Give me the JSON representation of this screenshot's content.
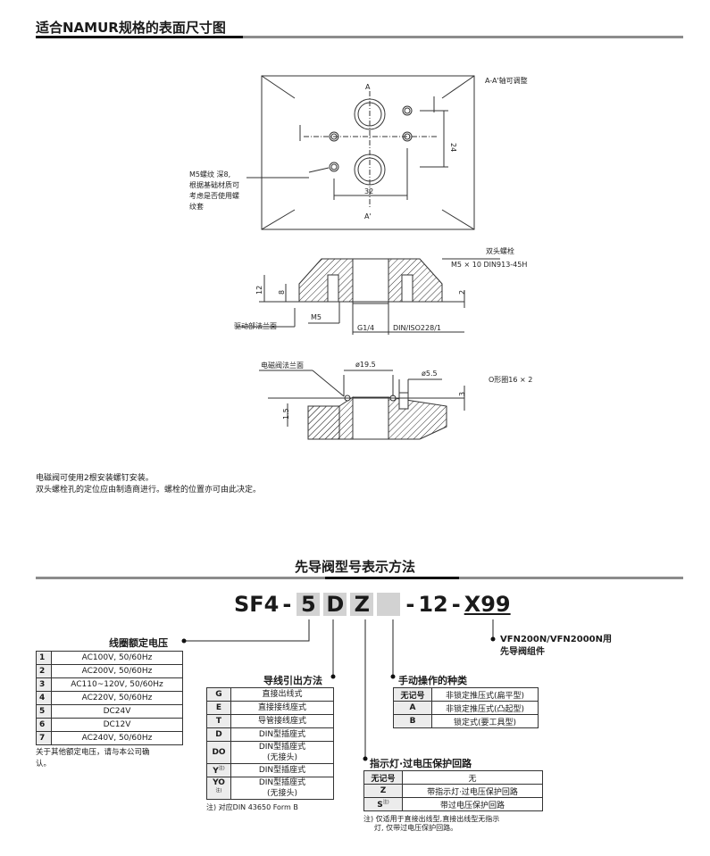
{
  "section_title": "适合NAMUR规格的表面尺寸图",
  "drawing": {
    "label_aa": "A-A'轴可调整",
    "label_a": "A",
    "label_a_prime": "A'",
    "dim_24": "24",
    "dim_32": "32",
    "m5_note_line1": "M5螺纹 深8,",
    "m5_note_line2": "根据基础材质可",
    "m5_note_line3": "考虑是否使用螺",
    "m5_note_line4": "纹套",
    "stud_label": "双头螺栓",
    "stud_spec": "M5 × 10 DIN913-45H",
    "dim_12": "12",
    "dim_8": "8",
    "dim_2": "2",
    "m5_label": "M5",
    "drive_flange": "驱动部法兰面",
    "g14": "G1/4",
    "din_iso": "DIN/ISO228/1",
    "valve_flange": "电磁阀法兰面",
    "dia195": "ø19.5",
    "dia55": "ø5.5",
    "oring": "O形圈16 × 2",
    "dim_3": "3",
    "dim_15": "1.5"
  },
  "install_notes": [
    "电磁阀可使用2根安装螺钉安装。",
    "双头螺栓孔的定位应由制造商进行。螺栓的位置亦可由此决定。"
  ],
  "model_title": "先导阀型号表示方法",
  "model_code": {
    "prefix": "SF4",
    "dash1": "-",
    "box1": "5",
    "box2": "D",
    "box3": "Z",
    "box4": "",
    "dash2": "-",
    "part12": "12",
    "dash3": "-",
    "suffix": "X99"
  },
  "x99_note": {
    "line1": "VFN200N/VFN2000N用",
    "line2": "先导阀组件"
  },
  "coil_voltage": {
    "title": "线圈额定电压",
    "rows": [
      {
        "code": "1",
        "value": "AC100V, 50/60Hz"
      },
      {
        "code": "2",
        "value": "AC200V, 50/60Hz"
      },
      {
        "code": "3",
        "value": "AC110~120V, 50/60Hz"
      },
      {
        "code": "4",
        "value": "AC220V, 50/60Hz"
      },
      {
        "code": "5",
        "value": "DC24V"
      },
      {
        "code": "6",
        "value": "DC12V"
      },
      {
        "code": "7",
        "value": "AC240V, 50/60Hz"
      }
    ],
    "note_line1": "关于其他额定电压，请与本公司确",
    "note_line2": "认。"
  },
  "lead_wire": {
    "title": "导线引出方法",
    "rows": [
      {
        "code": "G",
        "sup": "",
        "value": "直接出线式",
        "value2": ""
      },
      {
        "code": "E",
        "sup": "",
        "value": "直接接线座式",
        "value2": ""
      },
      {
        "code": "T",
        "sup": "",
        "value": "导管接线座式",
        "value2": ""
      },
      {
        "code": "D",
        "sup": "",
        "value": "DIN型插座式",
        "value2": ""
      },
      {
        "code": "DO",
        "sup": "",
        "value": "DIN型插座式",
        "value2": "(无接头)"
      },
      {
        "code": "Y",
        "sup": "注)",
        "value": "DIN型插座式",
        "value2": ""
      },
      {
        "code": "YO",
        "sup": "注)",
        "value": "DIN型插座式",
        "value2": "(无接头)"
      }
    ],
    "note": "注) 对应DIN 43650 Form B"
  },
  "manual_override": {
    "title": "手动操作的种类",
    "rows": [
      {
        "code": "无记号",
        "value": "非锁定推压式(扁平型)"
      },
      {
        "code": "A",
        "value": "非锁定推压式(凸起型)"
      },
      {
        "code": "B",
        "value": "锁定式(要工具型)"
      }
    ]
  },
  "indicator": {
    "title": "指示灯·过电压保护回路",
    "rows": [
      {
        "code": "无记号",
        "sup": "",
        "value": "无"
      },
      {
        "code": "Z",
        "sup": "",
        "value": "带指示灯·过电压保护回路"
      },
      {
        "code": "S",
        "sup": "注)",
        "value": "带过电压保护回路"
      }
    ],
    "note_line1": "注) 仅适用于直接出线型,直接出线型无指示",
    "note_line2": "灯, 仅带过电压保护回路。"
  }
}
